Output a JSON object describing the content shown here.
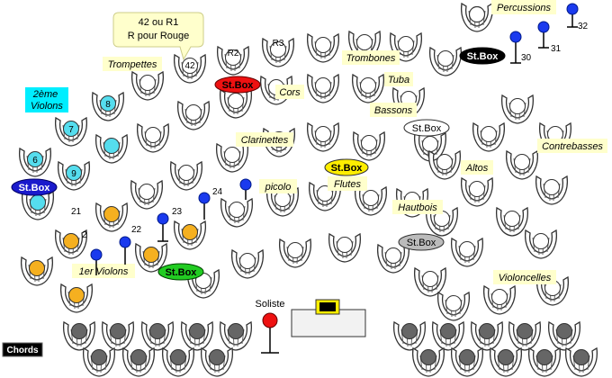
{
  "callout": {
    "line1": "42 ou R1",
    "line2": "R pour Rouge"
  },
  "section_labels": [
    {
      "id": "percussions",
      "text": "Percussions"
    },
    {
      "id": "trompettes",
      "text": "Trompettes"
    },
    {
      "id": "trombones",
      "text": "Trombones"
    },
    {
      "id": "tuba",
      "text": "Tuba"
    },
    {
      "id": "cors",
      "text": "Cors"
    },
    {
      "id": "bassons",
      "text": "Bassons"
    },
    {
      "id": "violons2",
      "text": "2ème Violons"
    },
    {
      "id": "clarinettes",
      "text": "Clarinettes"
    },
    {
      "id": "contrebasses",
      "text": "Contrebasses"
    },
    {
      "id": "altos",
      "text": "Altos"
    },
    {
      "id": "flutes",
      "text": "Flutes"
    },
    {
      "id": "picolo",
      "text": "picolo"
    },
    {
      "id": "hautbois",
      "text": "Hautbois"
    },
    {
      "id": "violons1",
      "text": "1er Violons"
    },
    {
      "id": "violoncelles",
      "text": "Violoncelles"
    }
  ],
  "speaker_boxes": [
    {
      "id": "black-top",
      "label": "St.Box",
      "fill": "#000000",
      "text_color": "#ffffff"
    },
    {
      "id": "red",
      "label": "St.Box",
      "fill": "#ee1111",
      "text_color": "#000000"
    },
    {
      "id": "white",
      "label": "St.Box",
      "fill": "#ffffff",
      "text_color": "#000000"
    },
    {
      "id": "yellow",
      "label": "St.Box",
      "fill": "#ffee00",
      "text_color": "#000000"
    },
    {
      "id": "blue",
      "label": "St.Box",
      "fill": "#1a1acc",
      "text_color": "#ffffff"
    },
    {
      "id": "grey",
      "label": "St.Box",
      "fill": "#bbbbbb",
      "text_color": "#000000"
    },
    {
      "id": "green",
      "label": "St.Box",
      "fill": "#22cc22",
      "text_color": "#000000"
    }
  ],
  "seat_labels": {
    "r2": "R2",
    "r3": "R3",
    "s42": "42"
  },
  "mics": [
    {
      "id": "32",
      "label": "32"
    },
    {
      "id": "31",
      "label": "31"
    },
    {
      "id": "30",
      "label": "30"
    },
    {
      "id": "24",
      "label": "24"
    },
    {
      "id": "23",
      "label": "23"
    },
    {
      "id": "22",
      "label": "22"
    },
    {
      "id": "21",
      "label": "21"
    },
    {
      "id": "2x",
      "label": "2"
    },
    {
      "id": "picolo",
      "label": ""
    }
  ],
  "violins2_numbers": [
    "8",
    "7",
    "6",
    "9"
  ],
  "soliste": "Soliste",
  "chords_button": "Chords",
  "colors": {
    "label_bg": "#ffffcc",
    "cyan_seat": "#55ddee",
    "orange_seat": "#f5b020",
    "mic_blue": "#1a3aee",
    "soliste_red": "#ee1111",
    "chords_bg": "#000000"
  }
}
